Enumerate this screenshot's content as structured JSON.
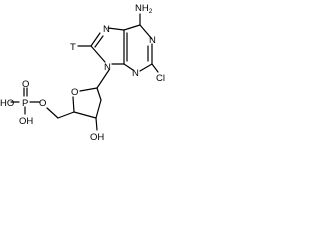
{
  "structure": {
    "atoms": {
      "nh2": "NH",
      "nh2_subscript": "2",
      "n_top_left": "N",
      "n_top_right": "N",
      "n_bottom_left": "N",
      "n_bottom_right": "N",
      "tritium": "T",
      "chlorine": "Cl",
      "ring_oxygen": "O",
      "hydroxyl": "OH",
      "phosphate_ho_left": "HO",
      "phosphate_oh_below": "OH",
      "phosphorus": "P",
      "phosphate_o_double": "O",
      "ester_oxygen": "O"
    },
    "colors": {
      "bond": "#000000",
      "text": "#000000",
      "background": "#ffffff"
    }
  }
}
